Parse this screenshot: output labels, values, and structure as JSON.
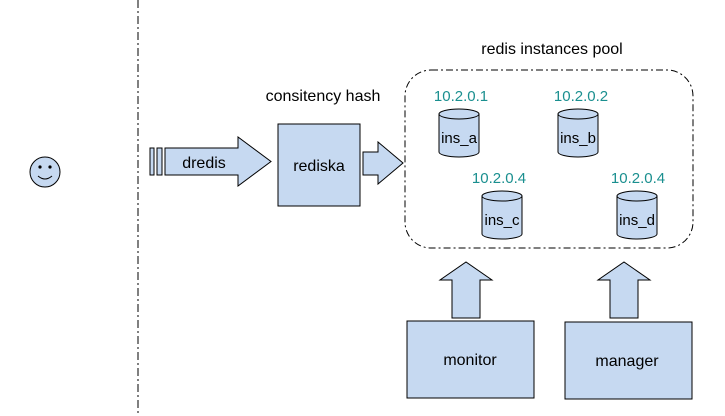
{
  "colors": {
    "fill": "#c6d9f1",
    "stroke": "#000000",
    "ip_text": "#1a8f8f"
  },
  "client": {
    "icon": "smiley-face-icon"
  },
  "labels": {
    "pool_title": "redis instances pool",
    "hash_title": "consitency hash",
    "dredis": "dredis",
    "rediska": "rediska",
    "monitor": "monitor",
    "manager": "manager"
  },
  "instances": [
    {
      "name": "ins_a",
      "ip": "10.2.0.1"
    },
    {
      "name": "ins_b",
      "ip": "10.2.0.2"
    },
    {
      "name": "ins_c",
      "ip": "10.2.0.4"
    },
    {
      "name": "ins_d",
      "ip": "10.2.0.4"
    }
  ]
}
